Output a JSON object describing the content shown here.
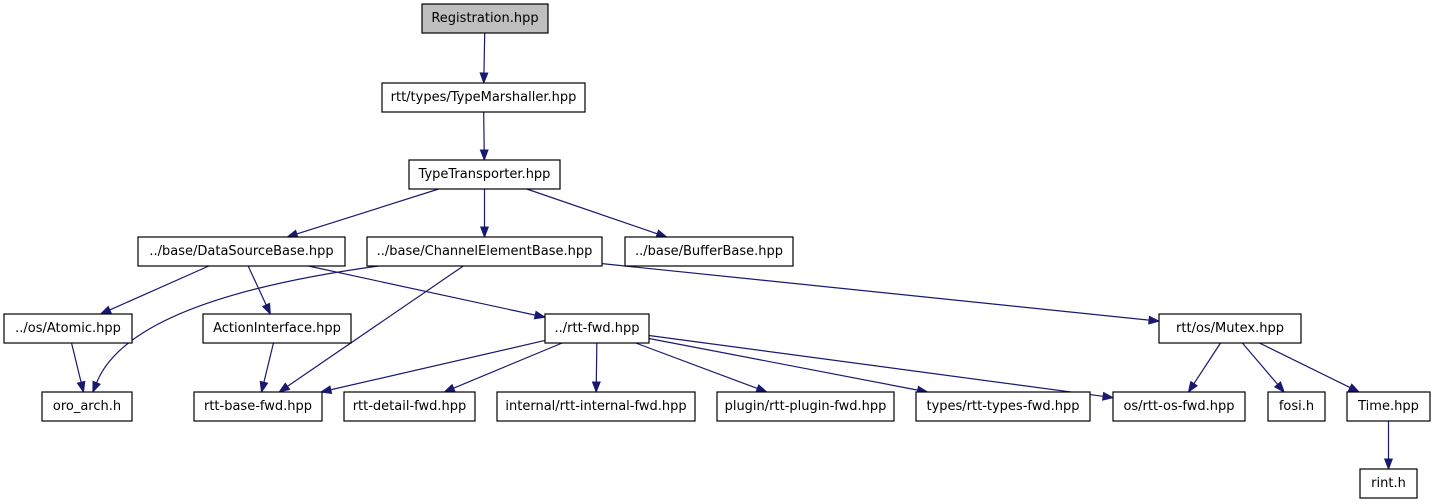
{
  "diagram": {
    "edge_color": "#191970",
    "root_fill": "#bfbfbf",
    "nodes": [
      {
        "id": "registration",
        "label": "Registration.hpp",
        "root": true
      },
      {
        "id": "typemarshaller",
        "label": "rtt/types/TypeMarshaller.hpp"
      },
      {
        "id": "typetransporter",
        "label": "TypeTransporter.hpp"
      },
      {
        "id": "datasourcebase",
        "label": "../base/DataSourceBase.hpp"
      },
      {
        "id": "channelelementbase",
        "label": "../base/ChannelElementBase.hpp"
      },
      {
        "id": "bufferbase",
        "label": "../base/BufferBase.hpp"
      },
      {
        "id": "atomic",
        "label": "../os/Atomic.hpp"
      },
      {
        "id": "actioninterface",
        "label": "ActionInterface.hpp"
      },
      {
        "id": "rttfwd",
        "label": "../rtt-fwd.hpp"
      },
      {
        "id": "mutex",
        "label": "rtt/os/Mutex.hpp"
      },
      {
        "id": "oroarch",
        "label": "oro_arch.h"
      },
      {
        "id": "rttbasefwd",
        "label": "rtt-base-fwd.hpp"
      },
      {
        "id": "rttdetailfwd",
        "label": "rtt-detail-fwd.hpp"
      },
      {
        "id": "rttinternalfwd",
        "label": "internal/rtt-internal-fwd.hpp"
      },
      {
        "id": "rttpluginfwd",
        "label": "plugin/rtt-plugin-fwd.hpp"
      },
      {
        "id": "rtttypesfwd",
        "label": "types/rtt-types-fwd.hpp"
      },
      {
        "id": "rttosfwd",
        "label": "os/rtt-os-fwd.hpp"
      },
      {
        "id": "fosi",
        "label": "fosi.h"
      },
      {
        "id": "time",
        "label": "Time.hpp"
      },
      {
        "id": "rint",
        "label": "rint.h"
      }
    ],
    "edges": [
      {
        "from": "registration",
        "to": "typemarshaller"
      },
      {
        "from": "typemarshaller",
        "to": "typetransporter"
      },
      {
        "from": "typetransporter",
        "to": "datasourcebase"
      },
      {
        "from": "typetransporter",
        "to": "channelelementbase"
      },
      {
        "from": "typetransporter",
        "to": "bufferbase"
      },
      {
        "from": "datasourcebase",
        "to": "atomic"
      },
      {
        "from": "datasourcebase",
        "to": "actioninterface"
      },
      {
        "from": "datasourcebase",
        "to": "rttfwd"
      },
      {
        "from": "channelelementbase",
        "to": "oroarch"
      },
      {
        "from": "channelelementbase",
        "to": "rttbasefwd"
      },
      {
        "from": "channelelementbase",
        "to": "mutex"
      },
      {
        "from": "atomic",
        "to": "oroarch"
      },
      {
        "from": "actioninterface",
        "to": "rttbasefwd"
      },
      {
        "from": "rttfwd",
        "to": "rttbasefwd"
      },
      {
        "from": "rttfwd",
        "to": "rttdetailfwd"
      },
      {
        "from": "rttfwd",
        "to": "rttinternalfwd"
      },
      {
        "from": "rttfwd",
        "to": "rttpluginfwd"
      },
      {
        "from": "rttfwd",
        "to": "rtttypesfwd"
      },
      {
        "from": "rttfwd",
        "to": "rttosfwd"
      },
      {
        "from": "mutex",
        "to": "rttosfwd"
      },
      {
        "from": "mutex",
        "to": "fosi"
      },
      {
        "from": "mutex",
        "to": "time"
      },
      {
        "from": "time",
        "to": "rint"
      }
    ]
  }
}
